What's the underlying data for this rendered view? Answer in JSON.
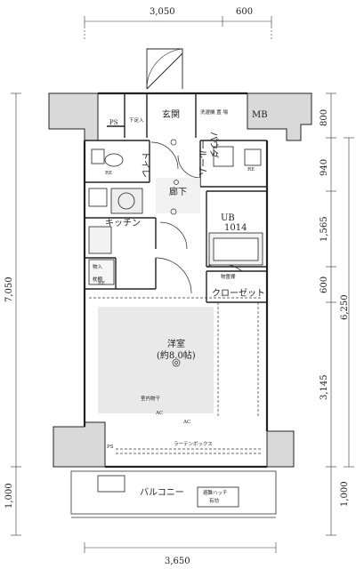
{
  "dimensions": {
    "top_left": "3,050",
    "top_right": "600",
    "bottom": "3,650",
    "left_total": "7,050",
    "left_balcony": "1,000",
    "right_mb": "800",
    "right_toilet": "940",
    "right_ub": "1,565",
    "right_closet": "600",
    "right_room": "3,145",
    "right_total": "6,250",
    "right_balcony": "1,000"
  },
  "rooms": {
    "entrance": "玄関",
    "shoe_box": "下足入",
    "ps_top": "PS",
    "mb": "MB",
    "washer": "洗濯機\n置 場",
    "toilet": "トイレ",
    "powder_room_1": "パウダ",
    "powder_room_2": "ールーム",
    "corridor": "廊下",
    "kitchen": "キッチン",
    "ub": "UB",
    "ub_size": "1014",
    "storage": "物入",
    "shelf": "枕棚",
    "storage_cabinet": "物置棚",
    "closet": "クローゼット",
    "western_room": "洋室",
    "western_room_size": "(約8.0帖)",
    "indoor_clothes": "室内物干",
    "ac_1": "AC",
    "ac_2": "AC",
    "curtain_box": "ラーテンボックス",
    "ps_bottom": "PS",
    "balcony": "バルコニー",
    "balcony_note_1": "避難ハッチ",
    "balcony_note_2": "有効",
    "re_1": "RE",
    "re_2": "RE",
    "re_3": "RE"
  }
}
